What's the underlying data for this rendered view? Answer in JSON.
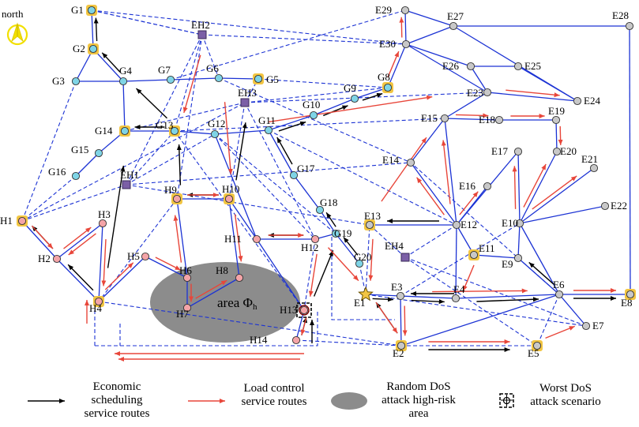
{
  "compass": {
    "label": "north"
  },
  "area_label": {
    "main": "area Φ",
    "sub": "h"
  },
  "legend": {
    "economic": [
      "Economic",
      "scheduling",
      "service routes"
    ],
    "load": [
      "Load control",
      "service routes"
    ],
    "dos_area": [
      "Random DoS",
      "attack high-risk",
      "area"
    ],
    "worst": [
      "Worst DoS",
      "attack scenario"
    ]
  },
  "colors": {
    "comm_link": "#1c33d4",
    "economic_route": "#000000",
    "load_route": "#e8463a",
    "g_node": "#7fd4e6",
    "h_node": "#f4a4a8",
    "e_node": "#c8c8c8",
    "eh_node": "#7b5fa6",
    "highlight_ring": "#f2c542",
    "dos_area": "#8c8c8c"
  },
  "nodes": [
    {
      "id": "G1",
      "label": "G1",
      "type": "g",
      "hl": true
    },
    {
      "id": "G2",
      "label": "G2",
      "type": "g",
      "hl": true
    },
    {
      "id": "G3",
      "label": "G3",
      "type": "g"
    },
    {
      "id": "G4",
      "label": "G4",
      "type": "g"
    },
    {
      "id": "G5",
      "label": "G5",
      "type": "g",
      "hl": true
    },
    {
      "id": "G6",
      "label": "G6",
      "type": "g"
    },
    {
      "id": "G7",
      "label": "G7",
      "type": "g"
    },
    {
      "id": "G8",
      "label": "G8",
      "type": "g",
      "hl": true
    },
    {
      "id": "G9",
      "label": "G9",
      "type": "g"
    },
    {
      "id": "G10",
      "label": "G10",
      "type": "g"
    },
    {
      "id": "G11",
      "label": "G11",
      "type": "g"
    },
    {
      "id": "G12",
      "label": "G12",
      "type": "g"
    },
    {
      "id": "G13",
      "label": "G13",
      "type": "g",
      "hl": true
    },
    {
      "id": "G14",
      "label": "G14",
      "type": "g",
      "hl": true
    },
    {
      "id": "G15",
      "label": "G15",
      "type": "g"
    },
    {
      "id": "G16",
      "label": "G16",
      "type": "g"
    },
    {
      "id": "G17",
      "label": "G17",
      "type": "g"
    },
    {
      "id": "G18",
      "label": "G18",
      "type": "g"
    },
    {
      "id": "G19",
      "label": "G19",
      "type": "g"
    },
    {
      "id": "G20",
      "label": "G20",
      "type": "g"
    },
    {
      "id": "EH1",
      "label": "EH1",
      "type": "eh"
    },
    {
      "id": "EH2",
      "label": "EH2",
      "type": "eh"
    },
    {
      "id": "EH3",
      "label": "EH3",
      "type": "eh"
    },
    {
      "id": "EH4",
      "label": "EH4",
      "type": "eh"
    },
    {
      "id": "H1",
      "label": "H1",
      "type": "h",
      "hl": true
    },
    {
      "id": "H2",
      "label": "H2",
      "type": "h"
    },
    {
      "id": "H3",
      "label": "H3",
      "type": "h"
    },
    {
      "id": "H4",
      "label": "H4",
      "type": "h",
      "hl": true
    },
    {
      "id": "H5",
      "label": "H5",
      "type": "h"
    },
    {
      "id": "H6",
      "label": "H6",
      "type": "h"
    },
    {
      "id": "H7",
      "label": "H7",
      "type": "h"
    },
    {
      "id": "H8",
      "label": "H8",
      "type": "h"
    },
    {
      "id": "H9",
      "label": "H9",
      "type": "h",
      "hl": true
    },
    {
      "id": "H10",
      "label": "H10",
      "type": "h",
      "hl": true
    },
    {
      "id": "H11",
      "label": "H11",
      "type": "h"
    },
    {
      "id": "H12",
      "label": "H12",
      "type": "h"
    },
    {
      "id": "H13",
      "label": "H13",
      "type": "h"
    },
    {
      "id": "H14",
      "label": "H14",
      "type": "h"
    },
    {
      "id": "E1",
      "label": "E1",
      "type": "star"
    },
    {
      "id": "E2",
      "label": "E2",
      "type": "e",
      "hl": true
    },
    {
      "id": "E3",
      "label": "E3",
      "type": "e"
    },
    {
      "id": "E4",
      "label": "E4",
      "type": "e"
    },
    {
      "id": "E5",
      "label": "E5",
      "type": "e",
      "hl": true
    },
    {
      "id": "E6",
      "label": "E6",
      "type": "e"
    },
    {
      "id": "E7",
      "label": "E7",
      "type": "e"
    },
    {
      "id": "E8",
      "label": "E8",
      "type": "e",
      "hl": true
    },
    {
      "id": "E9",
      "label": "E9",
      "type": "e"
    },
    {
      "id": "E10",
      "label": "E10",
      "type": "e"
    },
    {
      "id": "E11",
      "label": "E11",
      "type": "e",
      "hl": true
    },
    {
      "id": "E12",
      "label": "E12",
      "type": "e"
    },
    {
      "id": "E13",
      "label": "E13",
      "type": "e",
      "hl": true
    },
    {
      "id": "E14",
      "label": "E14",
      "type": "e"
    },
    {
      "id": "E15",
      "label": "E15",
      "type": "e"
    },
    {
      "id": "E16",
      "label": "E16",
      "type": "e"
    },
    {
      "id": "E17",
      "label": "E17",
      "type": "e"
    },
    {
      "id": "E18",
      "label": "E18",
      "type": "e"
    },
    {
      "id": "E19",
      "label": "E19",
      "type": "e"
    },
    {
      "id": "E20",
      "label": "E20",
      "type": "e"
    },
    {
      "id": "E21",
      "label": "E21",
      "type": "e"
    },
    {
      "id": "E22",
      "label": "E22",
      "type": "e"
    },
    {
      "id": "E23",
      "label": "E23",
      "type": "e"
    },
    {
      "id": "E24",
      "label": "E24",
      "type": "e"
    },
    {
      "id": "E25",
      "label": "E25",
      "type": "e"
    },
    {
      "id": "E26",
      "label": "E26",
      "type": "e"
    },
    {
      "id": "E27",
      "label": "E27",
      "type": "e"
    },
    {
      "id": "E28",
      "label": "E28",
      "type": "e"
    },
    {
      "id": "E29",
      "label": "E29",
      "type": "e"
    },
    {
      "id": "E30",
      "label": "E30",
      "type": "e"
    }
  ]
}
